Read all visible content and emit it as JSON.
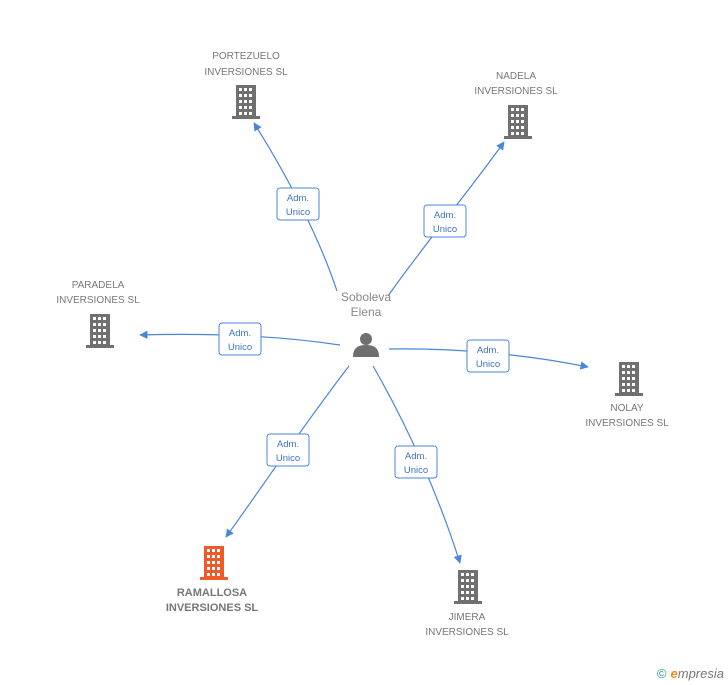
{
  "person": {
    "name_line1": "Soboleva",
    "name_line2": "Elena",
    "icon": "person-icon"
  },
  "companies": [
    {
      "id": "portezuelo",
      "line1": "PORTEZUELO",
      "line2": "INVERSIONES SL",
      "highlight": false,
      "icon": "building-icon"
    },
    {
      "id": "nadela",
      "line1": "NADELA",
      "line2": "INVERSIONES SL",
      "highlight": false,
      "icon": "building-icon"
    },
    {
      "id": "paradela",
      "line1": "PARADELA",
      "line2": "INVERSIONES SL",
      "highlight": false,
      "icon": "building-icon"
    },
    {
      "id": "nolay",
      "line1": "NOLAY",
      "line2": "INVERSIONES SL",
      "highlight": false,
      "icon": "building-icon"
    },
    {
      "id": "ramallosa",
      "line1": "RAMALLOSA",
      "line2": "INVERSIONES SL",
      "highlight": true,
      "icon": "building-icon"
    },
    {
      "id": "jimera",
      "line1": "JIMERA",
      "line2": "INVERSIONES SL",
      "highlight": false,
      "icon": "building-icon"
    }
  ],
  "relations": [
    {
      "to": "portezuelo",
      "line1": "Adm.",
      "line2": "Unico"
    },
    {
      "to": "nadela",
      "line1": "Adm.",
      "line2": "Unico"
    },
    {
      "to": "paradela",
      "line1": "Adm.",
      "line2": "Unico"
    },
    {
      "to": "nolay",
      "line1": "Adm.",
      "line2": "Unico"
    },
    {
      "to": "ramallosa",
      "line1": "Adm.",
      "line2": "Unico"
    },
    {
      "to": "jimera",
      "line1": "Adm.",
      "line2": "Unico"
    }
  ],
  "colors": {
    "edge": "#4a86d8",
    "building": "#707070",
    "building_highlight": "#f05a28",
    "person": "#6f6f6f"
  },
  "footer": {
    "copyright": "©",
    "brand_initial": "e",
    "brand_rest": "mpresia"
  }
}
